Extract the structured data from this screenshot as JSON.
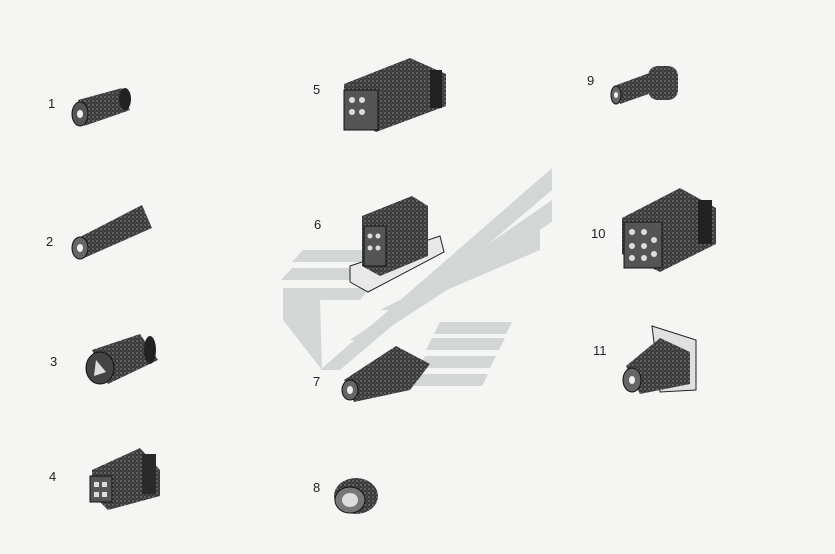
{
  "parts": [
    {
      "number": "1",
      "icon": "grommet-cylinder-icon"
    },
    {
      "number": "2",
      "icon": "tapered-boot-icon"
    },
    {
      "number": "3",
      "icon": "round-connector-icon"
    },
    {
      "number": "4",
      "icon": "square-connector-icon"
    },
    {
      "number": "5",
      "icon": "rectangular-block-icon"
    },
    {
      "number": "6",
      "icon": "flanged-housing-icon"
    },
    {
      "number": "7",
      "icon": "wedge-boot-icon"
    },
    {
      "number": "8",
      "icon": "ring-grommet-icon"
    },
    {
      "number": "9",
      "icon": "elbow-cap-icon"
    },
    {
      "number": "10",
      "icon": "multi-pin-block-icon"
    },
    {
      "number": "11",
      "icon": "flanged-boot-icon"
    }
  ],
  "watermark": {
    "icon": "company-logo-watermark",
    "color": "#c9cdcc"
  }
}
